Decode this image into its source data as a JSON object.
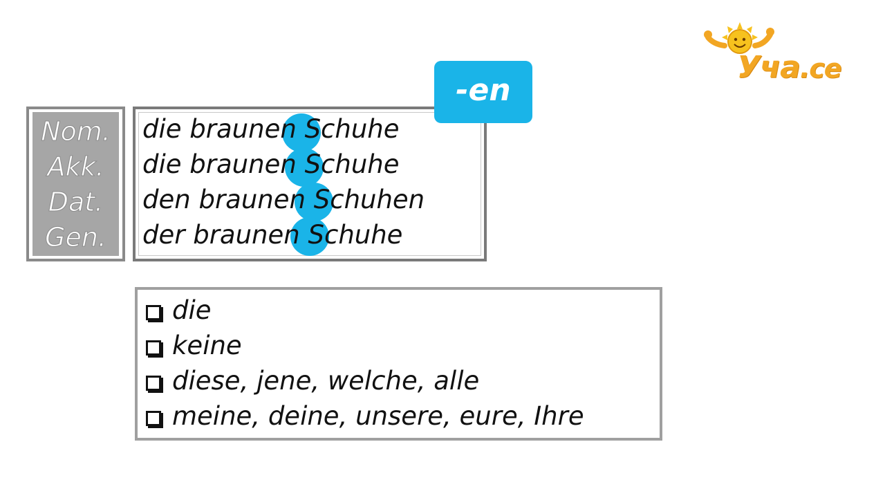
{
  "logo": {
    "text": "Уча",
    "suffix": ".ce",
    "icon": "sun-mascot-icon",
    "color": "#f2a623"
  },
  "badge": {
    "label": "-en",
    "color": "#1ab4e8"
  },
  "cases": [
    "Nom.",
    "Akk.",
    "Dat.",
    "Gen."
  ],
  "declension": [
    {
      "article": "die",
      "stem": "braun",
      "ending": "en",
      "noun": "Schuhe"
    },
    {
      "article": "die",
      "stem": "braun",
      "ending": "en",
      "noun": "Schuhe"
    },
    {
      "article": "den",
      "stem": "braun",
      "ending": "en",
      "noun": "Schuhen"
    },
    {
      "article": "der",
      "stem": "braun",
      "ending": "en",
      "noun": "Schuhe"
    }
  ],
  "determiners": [
    "die",
    "keine",
    "diese, jene, welche, alle",
    "meine, deine, unsere, eure, Ihre"
  ],
  "colors": {
    "highlight": "#1ab4e8",
    "case_fill": "#a6a6a6",
    "border": "#7a7a7a"
  }
}
